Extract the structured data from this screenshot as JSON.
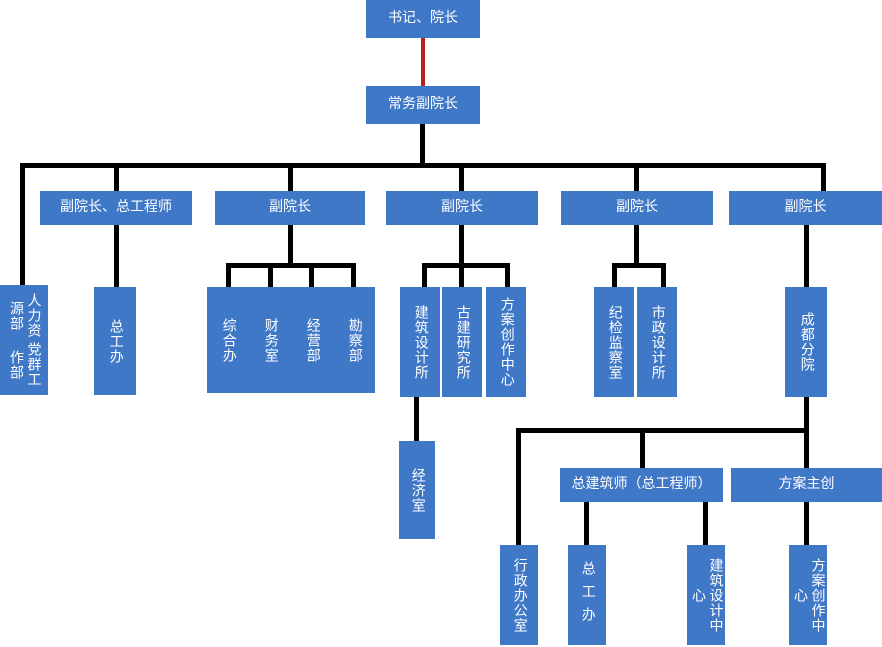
{
  "chart_data": {
    "type": "diagram",
    "title": "",
    "diagram_kind": "organizational-chart",
    "orientation": "top-down",
    "node_fill_color": "#4078c8",
    "node_text_color": "#ffffff",
    "connector_color": "#000000",
    "highlight_connector_color": "#b52222",
    "nodes": [
      {
        "id": "n1",
        "label": "书记、院长",
        "level": 0
      },
      {
        "id": "n2",
        "label": "常务副院长",
        "level": 1
      },
      {
        "id": "n3",
        "label": "副院长、总工程师",
        "level": 2
      },
      {
        "id": "n4",
        "label": "副院长",
        "level": 2
      },
      {
        "id": "n5",
        "label": "副院长",
        "level": 2
      },
      {
        "id": "n6",
        "label": "副院长",
        "level": 2
      },
      {
        "id": "n7",
        "label": "副院长",
        "level": 2
      },
      {
        "id": "n8",
        "label": "人力资源部",
        "label2": "党群工作部",
        "level": 3,
        "vertical": true
      },
      {
        "id": "n9",
        "label": "总工办",
        "level": 3,
        "vertical": true
      },
      {
        "id": "n10",
        "label": "综合办",
        "level": 3,
        "vertical": true
      },
      {
        "id": "n11",
        "label": "财务室",
        "level": 3,
        "vertical": true
      },
      {
        "id": "n12",
        "label": "经营部",
        "level": 3,
        "vertical": true
      },
      {
        "id": "n13",
        "label": "勘察部",
        "level": 3,
        "vertical": true
      },
      {
        "id": "n14",
        "label": "建筑设计所",
        "level": 3,
        "vertical": true
      },
      {
        "id": "n15",
        "label": "古建研究所",
        "level": 3,
        "vertical": true
      },
      {
        "id": "n16",
        "label": "方案创作中心",
        "level": 3,
        "vertical": true
      },
      {
        "id": "n17",
        "label": "纪检监察室",
        "level": 3,
        "vertical": true
      },
      {
        "id": "n18",
        "label": "市政设计所",
        "level": 3,
        "vertical": true
      },
      {
        "id": "n19",
        "label": "成都分院",
        "level": 3,
        "vertical": true
      },
      {
        "id": "n20",
        "label": "经济室",
        "level": 4,
        "vertical": true
      },
      {
        "id": "n21",
        "label": "总建筑师（总工程师）",
        "level": 4
      },
      {
        "id": "n22",
        "label": "方案主创",
        "level": 4
      },
      {
        "id": "n23",
        "label": "行政办公室",
        "level": 5,
        "vertical": true
      },
      {
        "id": "n24",
        "label": "总工办",
        "level": 5,
        "vertical": true,
        "spaced": true
      },
      {
        "id": "n25",
        "label": "建筑设计中心",
        "level": 5,
        "vertical": true
      },
      {
        "id": "n26",
        "label": "方案创作中心",
        "level": 5,
        "vertical": true
      }
    ],
    "edges": [
      {
        "from": "n1",
        "to": "n2",
        "color": "#b52222"
      },
      {
        "from": "n2",
        "to": "n3"
      },
      {
        "from": "n2",
        "to": "n4"
      },
      {
        "from": "n2",
        "to": "n5"
      },
      {
        "from": "n2",
        "to": "n6"
      },
      {
        "from": "n2",
        "to": "n7"
      },
      {
        "from": "n2",
        "to": "n8"
      },
      {
        "from": "n3",
        "to": "n9"
      },
      {
        "from": "n4",
        "to": "n10"
      },
      {
        "from": "n4",
        "to": "n11"
      },
      {
        "from": "n4",
        "to": "n12"
      },
      {
        "from": "n4",
        "to": "n13"
      },
      {
        "from": "n5",
        "to": "n14"
      },
      {
        "from": "n5",
        "to": "n15"
      },
      {
        "from": "n5",
        "to": "n16"
      },
      {
        "from": "n6",
        "to": "n17"
      },
      {
        "from": "n6",
        "to": "n18"
      },
      {
        "from": "n7",
        "to": "n19"
      },
      {
        "from": "n14",
        "to": "n20"
      },
      {
        "from": "n19",
        "to": "n21"
      },
      {
        "from": "n19",
        "to": "n22"
      },
      {
        "from": "n19",
        "to": "n23"
      },
      {
        "from": "n21",
        "to": "n24"
      },
      {
        "from": "n21",
        "to": "n25"
      },
      {
        "from": "n22",
        "to": "n26"
      }
    ]
  },
  "chart": {
    "root": {
      "label": "书记、院长"
    },
    "executive": {
      "label": "常务副院长"
    },
    "vps": [
      {
        "label": "副院长、总工程师"
      },
      {
        "label": "副院长"
      },
      {
        "label": "副院长"
      },
      {
        "label": "副院长"
      },
      {
        "label": "副院长"
      }
    ],
    "hr": {
      "label_right": "人力资源部",
      "label_left": "党群工作部"
    },
    "depts": {
      "chief_engineer_office": "总工办",
      "general_office": "综合办",
      "finance_office": "财务室",
      "operations_dept": "经营部",
      "survey_dept": "勘察部",
      "arch_design_institute": "建筑设计所",
      "ancient_arch_institute": "古建研究所",
      "scheme_creation_center": "方案创作中心",
      "discipline_inspection_office": "纪检监察室",
      "municipal_design_institute": "市政设计所",
      "chengdu_branch": "成都分院",
      "economy_office": "经济室"
    },
    "branch": {
      "chief_architect": "总建筑师（总工程师）",
      "scheme_lead": "方案主创",
      "admin_office": "行政办公室",
      "chief_engineer_office": "总工办",
      "arch_design_center": "建筑设计中心",
      "scheme_creation_center": "方案创作中心"
    }
  }
}
